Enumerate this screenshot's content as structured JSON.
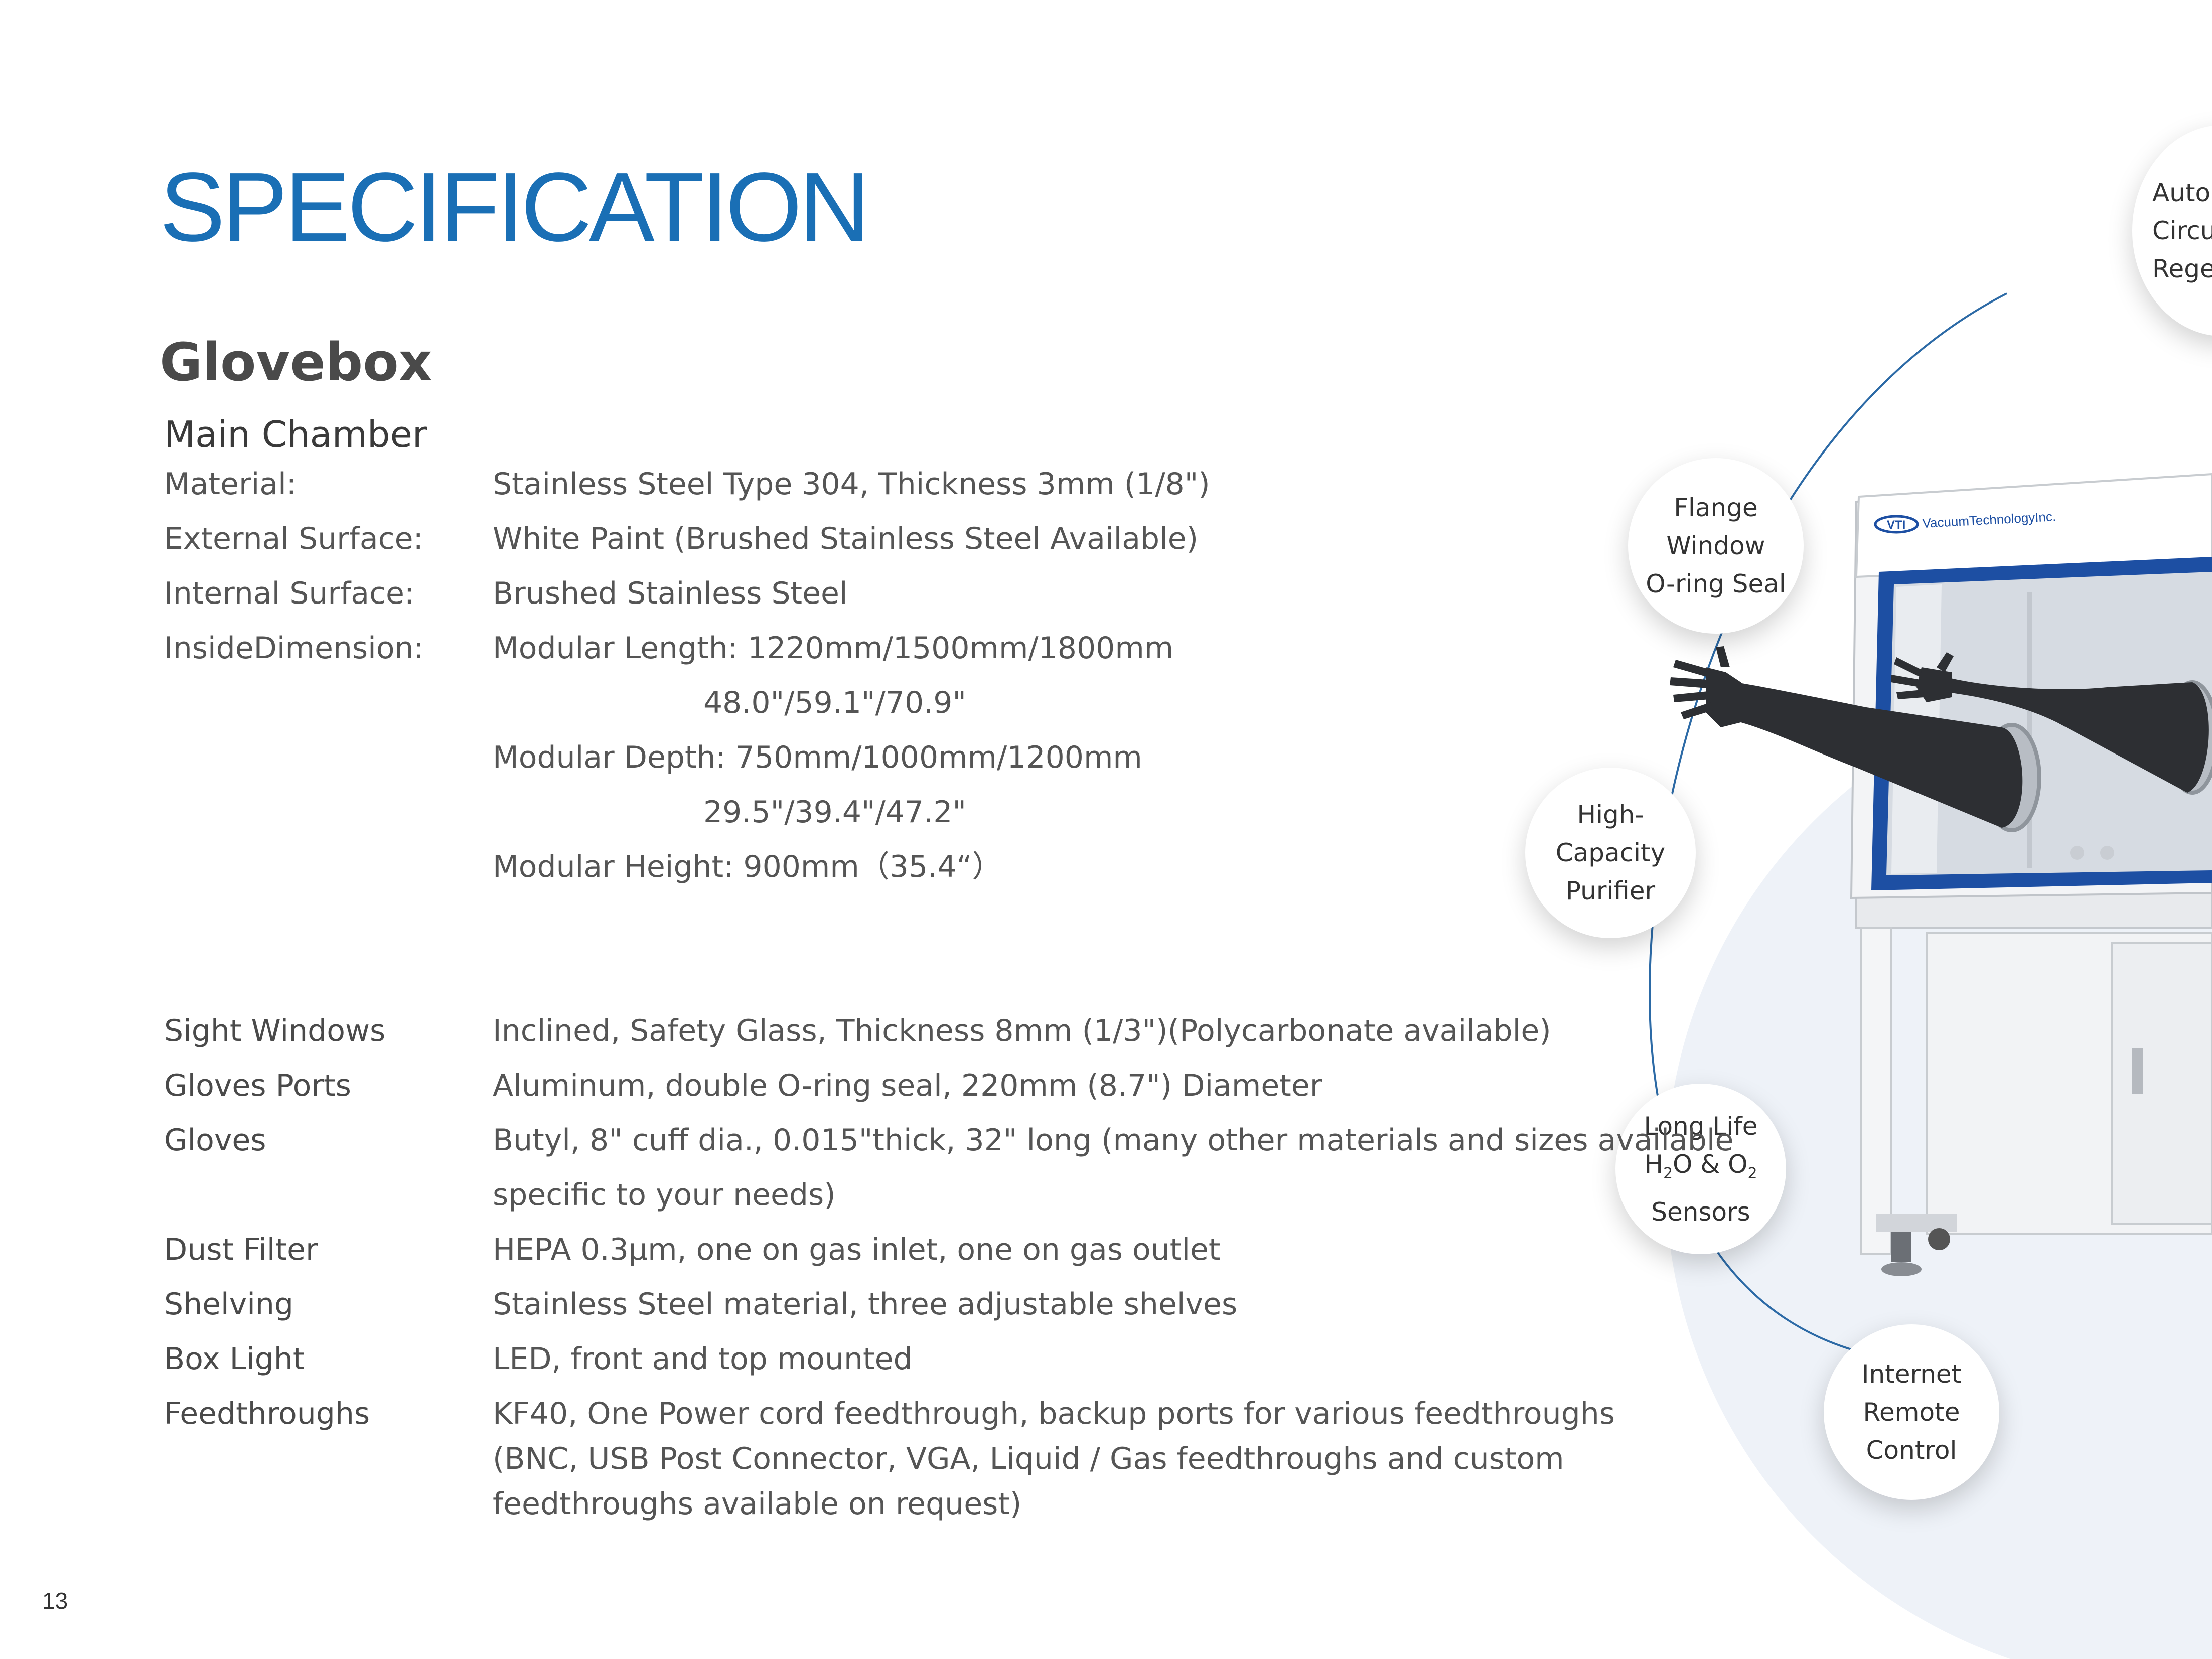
{
  "page": {
    "title": "SPECIFICATION",
    "section": "Glovebox",
    "subsection": "Main Chamber",
    "page_number": "13"
  },
  "main_chamber": {
    "material_label": "Material:",
    "material_value": "Stainless Steel Type 304, Thickness 3mm (1/8\")",
    "external_label": "External Surface:",
    "external_value": "White Paint (Brushed Stainless Steel Available)",
    "internal_label": "Internal Surface:",
    "internal_value": "Brushed Stainless Steel",
    "dimension_label": "InsideDimension:",
    "length_value": "Modular Length: 1220mm/1500mm/1800mm",
    "length_inch": "48.0\"/59.1\"/70.9\"",
    "depth_value": "Modular  Depth: 750mm/1000mm/1200mm",
    "depth_inch": "29.5\"/39.4\"/47.2\"",
    "height_value": "Modular  Height: 900mm（35.4“）"
  },
  "specs": {
    "sight_label": "Sight Windows",
    "sight_value": "Inclined, Safety Glass, Thickness 8mm (1/3\")(Polycarbonate available)",
    "ports_label": "Gloves Ports",
    "ports_value": "Aluminum, double O-ring seal, 220mm (8.7\") Diameter",
    "gloves_label": "Gloves",
    "gloves_value_1": "Butyl, 8\" cuff dia., 0.015\"thick, 32\" long (many other materials and sizes available",
    "gloves_value_2": "specific to your needs)",
    "dust_label": "Dust Filter",
    "dust_value": "HEPA 0.3μm, one on gas inlet, one on gas outlet",
    "shelving_label": "Shelving",
    "shelving_value": "Stainless Steel material, three adjustable shelves",
    "light_label": "Box Light",
    "light_value": "LED, front and top mounted",
    "feed_label": "Feedthroughs",
    "feed_value": "KF40, One Power cord feedthrough, backup ports for various feedthroughs (BNC, USB Post Connector, VGA, Liquid / Gas feedthroughs and custom feedthroughs available on request)"
  },
  "callouts": {
    "top_1": "Auto",
    "top_2": "Circu",
    "top_3": "Regen",
    "flange_1": "Flange Window",
    "flange_2": "O-ring Seal",
    "purifier_1": "High-Capacity",
    "purifier_2": "Purifier",
    "sensors_1": "Long Life",
    "sensors_2_pre": "H",
    "sensors_2_sub1": "2",
    "sensors_2_mid": "O & O",
    "sensors_2_sub2": "2",
    "sensors_3": "Sensors",
    "remote_1": "Internet",
    "remote_2": "Remote",
    "remote_3": "Control"
  },
  "product": {
    "brand_mark": "VTI",
    "brand_text": "VacuumTechnologyInc."
  },
  "colors": {
    "title_blue": "#1a6fb5",
    "frame_blue": "#1d4fa3",
    "background_tint": "#eef2f8"
  }
}
